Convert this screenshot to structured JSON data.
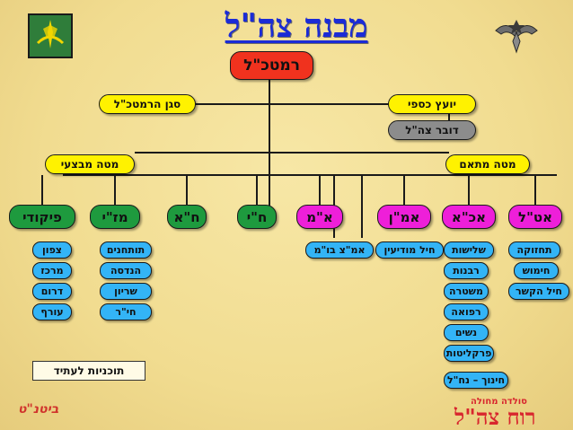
{
  "title": "מבנה צה\"ל",
  "top": {
    "chief": "רמטכ\"ל"
  },
  "staff": {
    "deputy": "סגן הרמטכ\"ל",
    "financial_advisor": "יועץ כספי",
    "spokesman": "דובר צה\"ל"
  },
  "staffs": {
    "operational": "מטה מבצעי",
    "coordinating": "מטה מתאם"
  },
  "branches_green": [
    "פיקודי",
    "מז\"י",
    "ח\"א",
    "ח\"י"
  ],
  "branches_pink": [
    "א\"מ",
    "אמ\"ן",
    "אכ\"א",
    "אט\"ל"
  ],
  "units": {
    "commands": [
      "צפון",
      "מרכז",
      "דרום",
      "עורף"
    ],
    "ground": [
      "תותחנים",
      "הנדסה",
      "שריון",
      "חי\"ר"
    ],
    "planning": [
      "אמ\"צ בו\"מ"
    ],
    "intelligence": [
      "חיל מודיעין"
    ],
    "manpower": [
      "שלישות",
      "רבנות",
      "משטרה",
      "רפואה",
      "נשים",
      "פרקליטות",
      "חינוך – נח\"ל"
    ],
    "logistics": [
      "תחזוקה",
      "חימוש",
      "חיל הקשר"
    ]
  },
  "footer": {
    "future_plans": "תוכניות לעתיד"
  },
  "logo": {
    "line1": "סולדה מחולה",
    "line2": "רוח צה\"ל",
    "brand": "ביטנ\"ט"
  },
  "colors": {
    "chief": "#f0321e",
    "staff": "#fff200",
    "spokesman": "#8c8c8c",
    "green": "#1e9a3e",
    "pink": "#ee1fd9",
    "unit": "#33b4f6",
    "title": "#1b2bd6"
  }
}
